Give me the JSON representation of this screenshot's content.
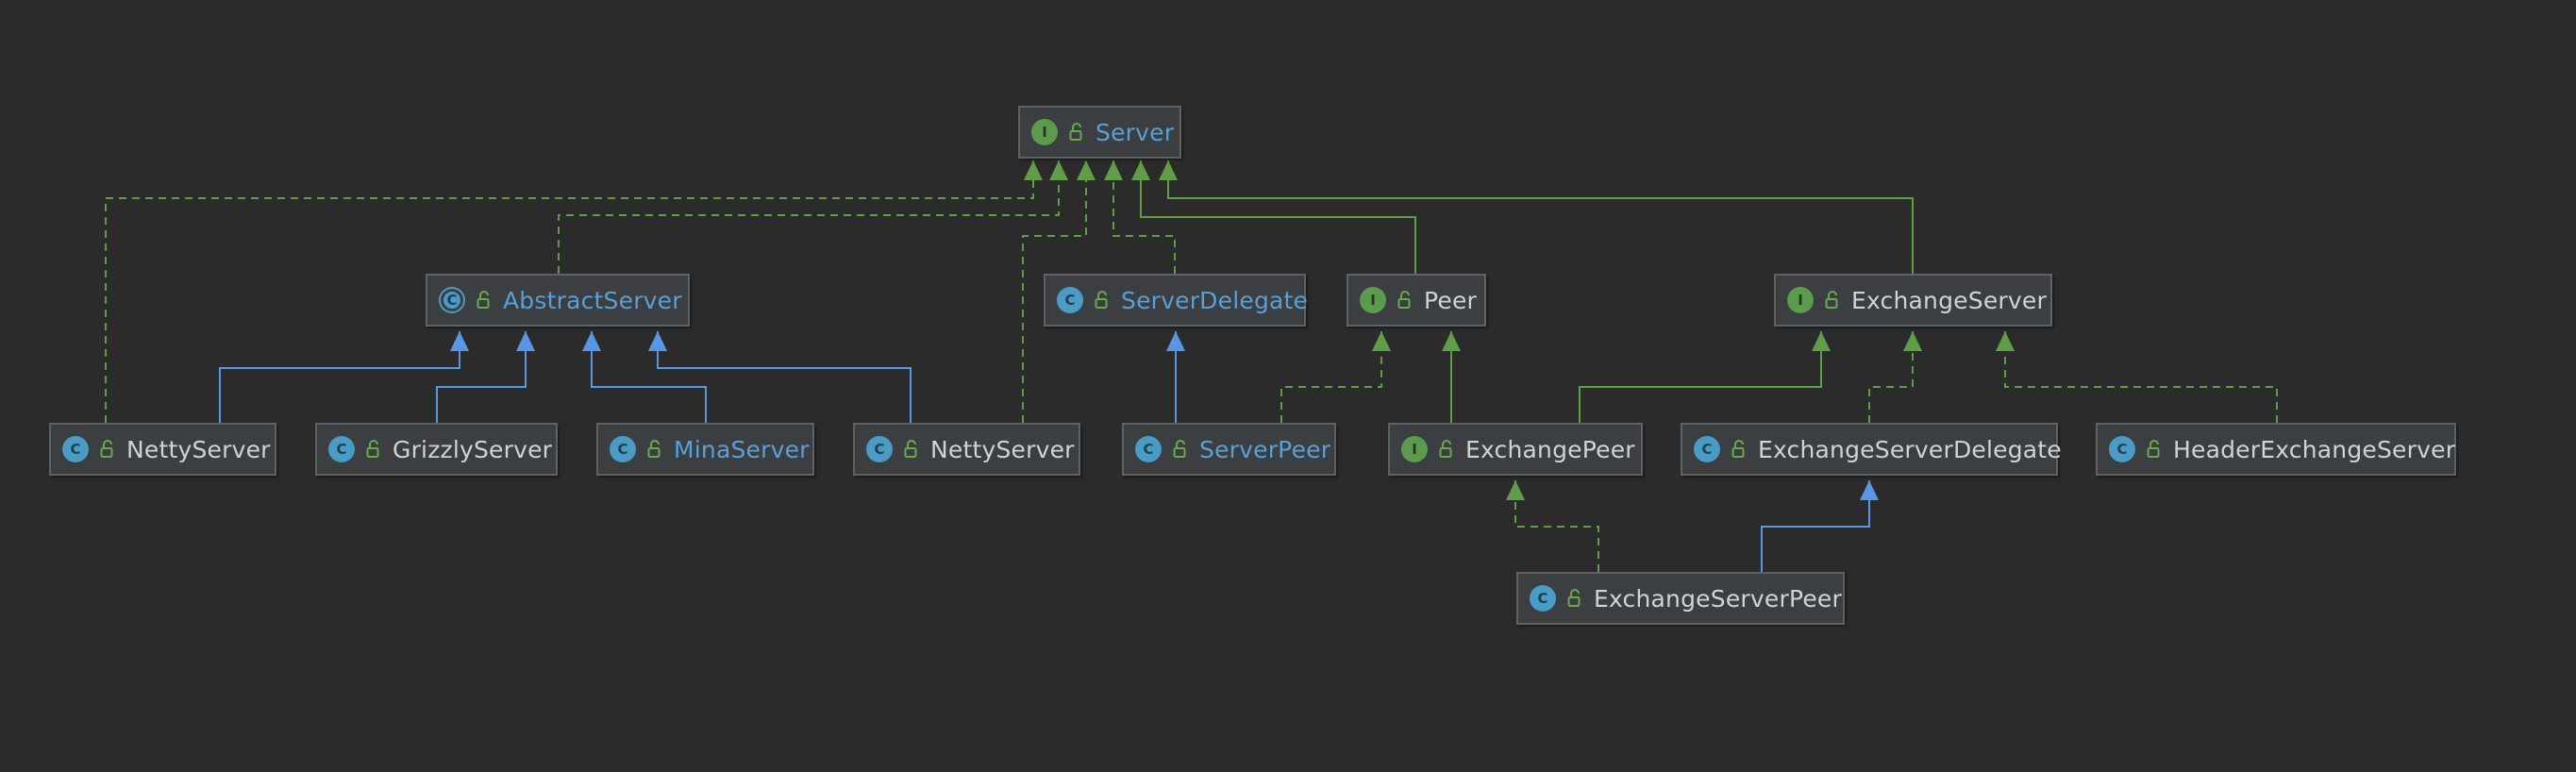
{
  "diagram": {
    "colors": {
      "background": "#2b2b2b",
      "implements_edge": "#5f9d47",
      "extends_edge": "#5896e6",
      "text": "#d0d3d5",
      "highlight_text": "#5b9fd6"
    },
    "nodes": {
      "server": {
        "name": "Server",
        "kind": "interface",
        "badge": "I",
        "highlighted": true
      },
      "abstract_server": {
        "name": "AbstractServer",
        "kind": "abstract-class",
        "badge": "C",
        "highlighted": true
      },
      "server_delegate": {
        "name": "ServerDelegate",
        "kind": "class",
        "badge": "C",
        "highlighted": true
      },
      "peer": {
        "name": "Peer",
        "kind": "interface",
        "badge": "I",
        "highlighted": false
      },
      "exchange_server": {
        "name": "ExchangeServer",
        "kind": "interface",
        "badge": "I",
        "highlighted": false
      },
      "netty_server_1": {
        "name": "NettyServer",
        "kind": "class",
        "badge": "C",
        "highlighted": false
      },
      "grizzly_server": {
        "name": "GrizzlyServer",
        "kind": "class",
        "badge": "C",
        "highlighted": false
      },
      "mina_server": {
        "name": "MinaServer",
        "kind": "class",
        "badge": "C",
        "highlighted": true
      },
      "netty_server_2": {
        "name": "NettyServer",
        "kind": "class",
        "badge": "C",
        "highlighted": false
      },
      "server_peer": {
        "name": "ServerPeer",
        "kind": "class",
        "badge": "C",
        "highlighted": true
      },
      "exchange_peer": {
        "name": "ExchangePeer",
        "kind": "interface",
        "badge": "I",
        "highlighted": false
      },
      "exchange_server_delegate": {
        "name": "ExchangeServerDelegate",
        "kind": "class",
        "badge": "C",
        "highlighted": false
      },
      "header_exchange_server": {
        "name": "HeaderExchangeServer",
        "kind": "class",
        "badge": "C",
        "highlighted": false
      },
      "exchange_server_peer": {
        "name": "ExchangeServerPeer",
        "kind": "class",
        "badge": "C",
        "highlighted": false
      }
    },
    "edges": [
      {
        "from": "netty_server_1",
        "to": "server",
        "relation": "implements"
      },
      {
        "from": "abstract_server",
        "to": "server",
        "relation": "implements"
      },
      {
        "from": "netty_server_2",
        "to": "server",
        "relation": "implements"
      },
      {
        "from": "server_delegate",
        "to": "server",
        "relation": "implements"
      },
      {
        "from": "peer",
        "to": "server",
        "relation": "extends-interface"
      },
      {
        "from": "exchange_server",
        "to": "server",
        "relation": "extends-interface"
      },
      {
        "from": "netty_server_1",
        "to": "abstract_server",
        "relation": "extends"
      },
      {
        "from": "grizzly_server",
        "to": "abstract_server",
        "relation": "extends"
      },
      {
        "from": "mina_server",
        "to": "abstract_server",
        "relation": "extends"
      },
      {
        "from": "netty_server_2",
        "to": "abstract_server",
        "relation": "extends"
      },
      {
        "from": "server_peer",
        "to": "server_delegate",
        "relation": "extends"
      },
      {
        "from": "server_peer",
        "to": "peer",
        "relation": "implements"
      },
      {
        "from": "exchange_peer",
        "to": "peer",
        "relation": "extends-interface"
      },
      {
        "from": "exchange_peer",
        "to": "exchange_server",
        "relation": "extends-interface"
      },
      {
        "from": "exchange_server_delegate",
        "to": "exchange_server",
        "relation": "implements"
      },
      {
        "from": "header_exchange_server",
        "to": "exchange_server",
        "relation": "implements"
      },
      {
        "from": "exchange_server_peer",
        "to": "exchange_peer",
        "relation": "implements"
      },
      {
        "from": "exchange_server_peer",
        "to": "exchange_server_delegate",
        "relation": "extends"
      }
    ]
  }
}
